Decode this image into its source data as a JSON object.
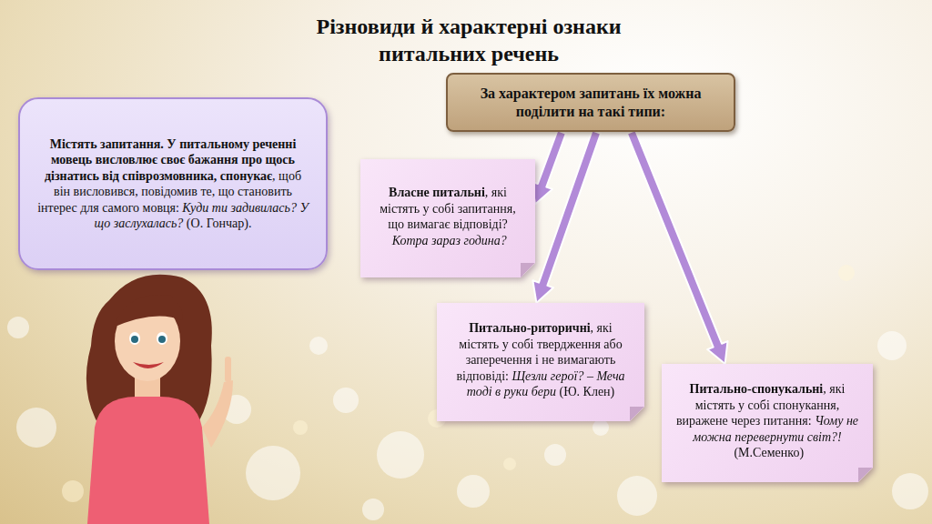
{
  "diagram": {
    "title": "Різновиди й характерні ознаки питальних речень",
    "nodes": [
      {
        "text": [
          "Містять запитання. У питальному реченні мовець висловлює своє бажання про щось дізнатись від співрозмовника, спонукає",
          ", щоб він висловився, повідомив те, що становить інтерес для самого мовця:",
          "Куди ти задивилась? У що заслухалась?",
          "(О. Гончар)."
        ]
      },
      {
        "text": [
          "За характером запитань їх можна поділити на такі типи:"
        ]
      },
      {
        "text": [
          "Власне питальні",
          ", які містять у собі запитання, що вимагає відповіді?",
          "Котра зараз година?"
        ]
      },
      {
        "text": [
          "Питально-риторичні",
          ", які містять у собі твердження або заперечення і не вимагають відповіді:",
          "Щезли герої? – Меча тоді в руки бери",
          "(Ю. Клен)"
        ]
      },
      {
        "text": [
          "Питально-спонукальні",
          ", які містять у собі спонукання, виражене через питання:",
          "Чому не можна перевернути світ?!",
          "(М.Семенко)"
        ]
      }
    ],
    "edges": [
      {
        "from": 1,
        "to": 2,
        "arrow": "to"
      },
      {
        "from": 1,
        "to": 3,
        "arrow": "to"
      },
      {
        "from": 1,
        "to": 4,
        "arrow": "to"
      }
    ]
  }
}
